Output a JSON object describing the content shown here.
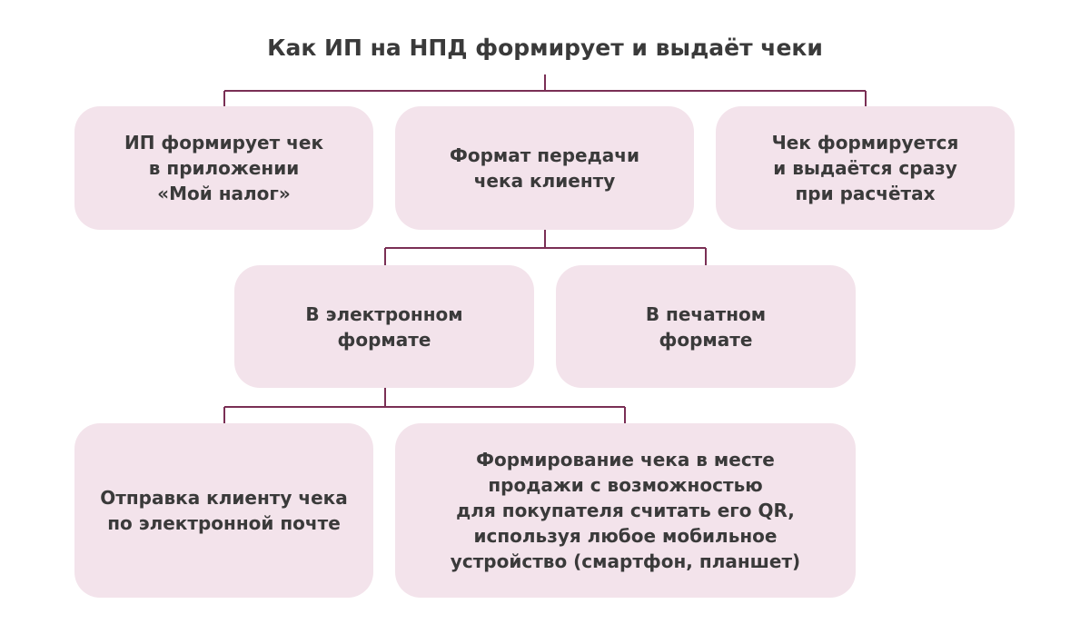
{
  "title": "Как ИП на НПД формирует и выдаёт чеки",
  "nodes": {
    "app_check": "ИП формирует чек\nв приложении\n«Мой налог»",
    "transfer_format": "Формат передачи\nчека клиенту",
    "issued_immediately": "Чек формируется\nи выдаётся сразу\nпри расчётах",
    "electronic": "В электронном\nформате",
    "printed": "В печатном\nформате",
    "email": "Отправка клиенту чека\nпо электронной почте",
    "qr_at_sale": "Формирование чека в месте\nпродажи с возможностью\nдля покупателя считать его QR,\nиспользуя любое мобильное\nустройство (смартфон, планшет)"
  },
  "colors": {
    "box_fill": "#f3e3eb",
    "connector": "#7a2f55",
    "text": "#3a3a3a"
  }
}
